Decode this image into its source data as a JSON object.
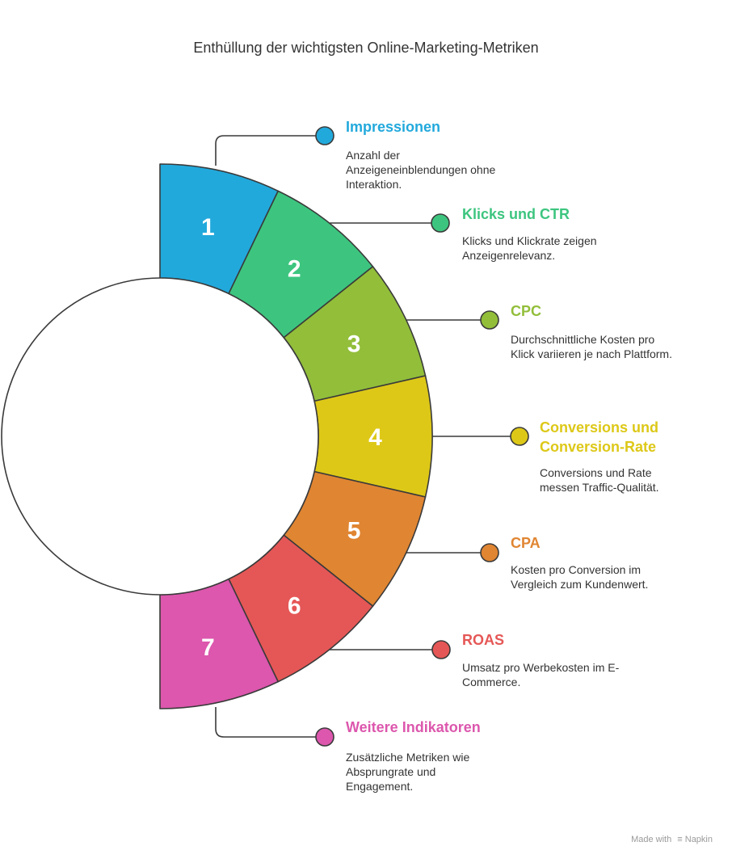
{
  "title": "Enthüllung der wichtigsten Online-Marketing-Metriken",
  "segments": [
    {
      "number": "1",
      "title": "Impressionen",
      "desc": "Anzahl der Anzeigeneinblendungen ohne Interaktion.",
      "color": "#22A9DC"
    },
    {
      "number": "2",
      "title": "Klicks und CTR",
      "desc": "Klicks und Klickrate zeigen Anzeigenrelevanz.",
      "color": "#3DC57F"
    },
    {
      "number": "3",
      "title": "CPC",
      "desc": "Durchschnittliche Kosten pro Klick variieren je nach Plattform.",
      "color": "#92BE3A"
    },
    {
      "number": "4",
      "title": "Conversions und Conversion-Rate",
      "desc": "Conversions und Rate messen Traffic-Qualität.",
      "color": "#DDC818"
    },
    {
      "number": "5",
      "title": "CPA",
      "desc": "Kosten pro Conversion im Vergleich zum Kundenwert.",
      "color": "#E08532"
    },
    {
      "number": "6",
      "title": "ROAS",
      "desc": "Umsatz pro Werbekosten im E-Commerce.",
      "color": "#E55756"
    },
    {
      "number": "7",
      "title": "Weitere Indikatoren",
      "desc": "Zusätzliche Metriken wie Absprungrate und Engagement.",
      "color": "#DC57AD"
    }
  ],
  "footer": {
    "made_with": "Made with",
    "brand": "Napkin"
  }
}
